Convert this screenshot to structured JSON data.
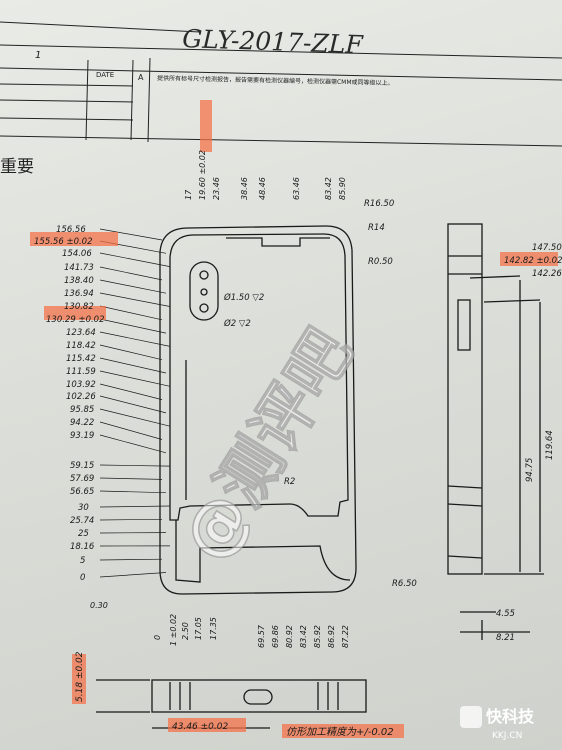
{
  "handwriting": {
    "title": "GLY-2017-ZLF"
  },
  "table": {
    "num": "1",
    "date_label": "DATE",
    "note_letter": "A",
    "note": "提供所有标号尺寸检测报告，报告需要有检测仪器编号，检测仪器需CMM或同等级以上。"
  },
  "section_title": "重要",
  "top_dims": [
    "17",
    "19.60 ±0.02",
    "23.46",
    "38.46",
    "48.46",
    "63.46",
    "83.42",
    "85.90"
  ],
  "left_dims": [
    "156.56",
    "155.56 ±0.02",
    "154.06",
    "141.73",
    "138.40",
    "136.94",
    "130.82",
    "130.29 ±0.02",
    "123.64",
    "118.42",
    "115.42",
    "111.59",
    "103.92",
    "102.26",
    "95.85",
    "94.22",
    "93.19",
    "59.15",
    "57.69",
    "56.65",
    "30",
    "25.74",
    "25",
    "18.16",
    "5",
    "0"
  ],
  "radii": [
    "R16.50",
    "R14",
    "R0.50",
    "R2",
    "R6.50"
  ],
  "holes": [
    "Ø1.50 ▽2",
    "Ø2 ▽2"
  ],
  "bottom_dims": [
    "0",
    "1 ±0.02",
    "2.50",
    "17.05",
    "17.35",
    "69.57",
    "69.86",
    "80.92",
    "83.42",
    "85.92",
    "86.92",
    "87.22"
  ],
  "left_margin_dim": "0.30",
  "side_view": {
    "top_dims": [
      "147.50",
      "142.82 ±0.02",
      "142.26"
    ],
    "v_dims": [
      "119.64",
      "94.75"
    ],
    "bottom_dims": [
      "4.55",
      "8.21"
    ]
  },
  "bottom_view": {
    "thickness": "5.18 ±0.02",
    "width": "43.46 ±0.02",
    "tolerance_note": "仿形加工精度为+/-0.02"
  },
  "watermarks": {
    "main": "@测评吧",
    "corner_cn": "快科技",
    "corner_en": "KKJ.CN"
  }
}
